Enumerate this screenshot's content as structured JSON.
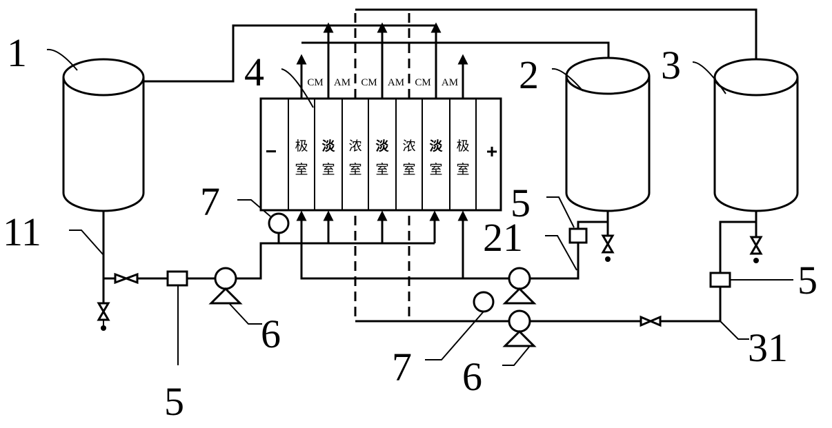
{
  "labels": {
    "tank1": "1",
    "tank2": "2",
    "tank3": "3",
    "stack": "4",
    "valve_tank1_outlet": "11",
    "valve_tank2_outlet": "21",
    "valve_tank3_outlet": "31",
    "flowmeter_left": "5",
    "flowmeter_mid": "5",
    "flowmeter_right": "5",
    "pump_left": "6",
    "pump_bottom": "6",
    "gauge_left": "7",
    "gauge_bottom": "7"
  },
  "membranes": [
    "CM",
    "AM",
    "CM",
    "AM",
    "CM",
    "AM"
  ],
  "chambers": [
    {
      "line1": "极",
      "line2": "室"
    },
    {
      "line1": "淡",
      "line2": "室"
    },
    {
      "line1": "浓",
      "line2": "室"
    },
    {
      "line1": "淡",
      "line2": "室"
    },
    {
      "line1": "浓",
      "line2": "室"
    },
    {
      "line1": "淡",
      "line2": "室"
    },
    {
      "line1": "极",
      "line2": "室"
    }
  ],
  "electrodes": {
    "negative": "−",
    "positive": "+"
  }
}
